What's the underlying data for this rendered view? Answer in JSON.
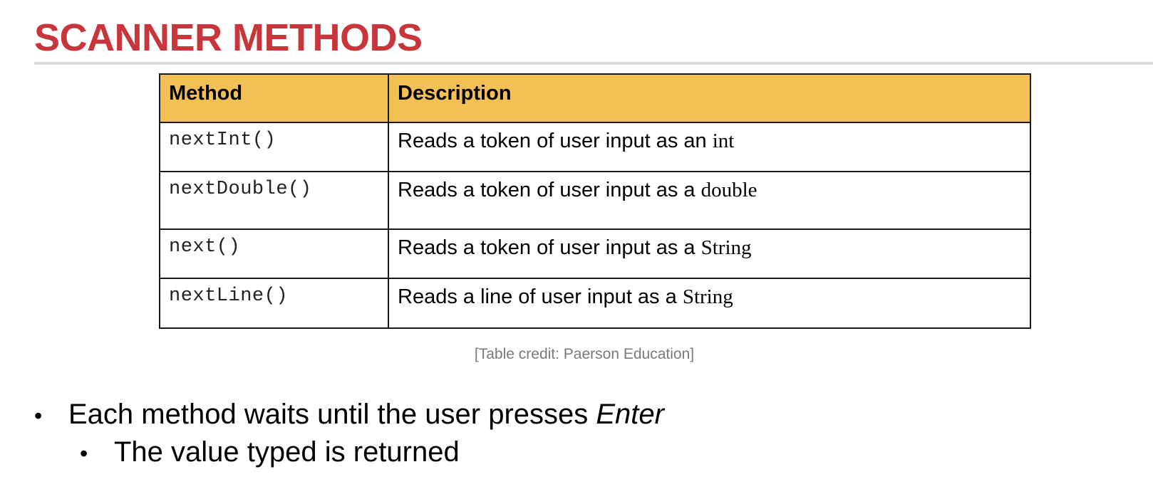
{
  "slide": {
    "title": "SCANNER METHODS"
  },
  "table": {
    "headers": [
      "Method",
      "Description"
    ],
    "rows": [
      {
        "method": "nextInt()",
        "desc_text": "Reads a token of user input as an ",
        "desc_code": "int"
      },
      {
        "method": "nextDouble()",
        "desc_text": "Reads a token of user input as a ",
        "desc_code": "double"
      },
      {
        "method": "next()",
        "desc_text": "Reads a token of user input as a ",
        "desc_code": "String"
      },
      {
        "method": "nextLine()",
        "desc_text": "Reads a line of user input as a ",
        "desc_code": "String"
      }
    ],
    "header_color": "#f3c056"
  },
  "credit": "[Table credit: Paerson Education]",
  "bullets": {
    "first_text": "Each method waits until the user presses ",
    "first_emphasis": "Enter",
    "second_text": "The value typed is returned",
    "marker": "•"
  },
  "colors": {
    "title": "#c8353a",
    "rule": "#d9d9d9",
    "credit": "#7a7a7a"
  }
}
